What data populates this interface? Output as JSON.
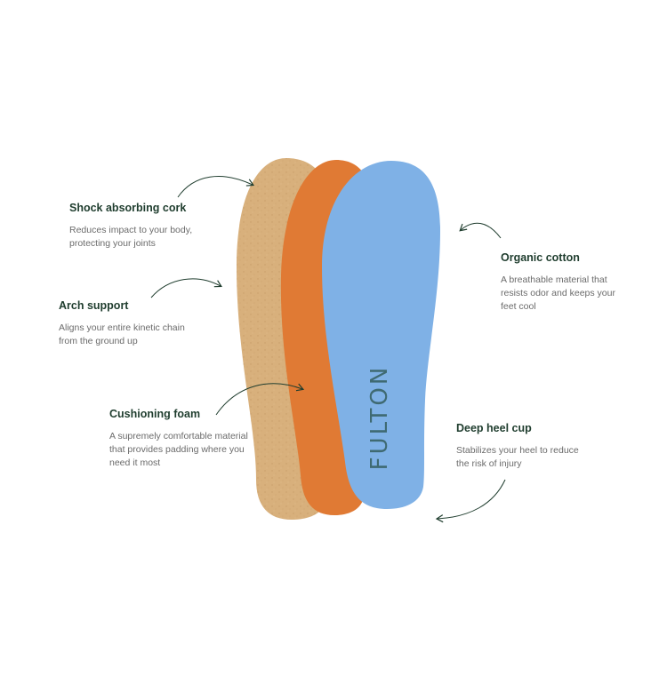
{
  "colors": {
    "heading": "#1f3d2e",
    "body_text": "#6b6b6b",
    "arrow": "#1f3d2e",
    "cork": "#d8b07c",
    "foam": "#e07a34",
    "cotton": "#7fb1e6",
    "brand_ink": "#3f6a72"
  },
  "brand": {
    "name": "FULTON"
  },
  "callouts": {
    "cork": {
      "title": "Shock absorbing cork",
      "desc": "Reduces impact to your body, protecting your joints"
    },
    "arch": {
      "title": "Arch support",
      "desc": "Aligns your entire kinetic chain from the ground up"
    },
    "foam": {
      "title": "Cushioning foam",
      "desc": "A supremely comfortable material that provides padding where you need it most"
    },
    "cotton": {
      "title": "Organic cotton",
      "desc": "A breathable material that resists odor and keeps your feet cool"
    },
    "heel": {
      "title": "Deep heel cup",
      "desc": "Stabilizes your heel to reduce the risk of injury"
    }
  },
  "icons": [
    "arrow-cork-icon",
    "arrow-arch-icon",
    "arrow-foam-icon",
    "arrow-cotton-icon",
    "arrow-heel-icon"
  ]
}
